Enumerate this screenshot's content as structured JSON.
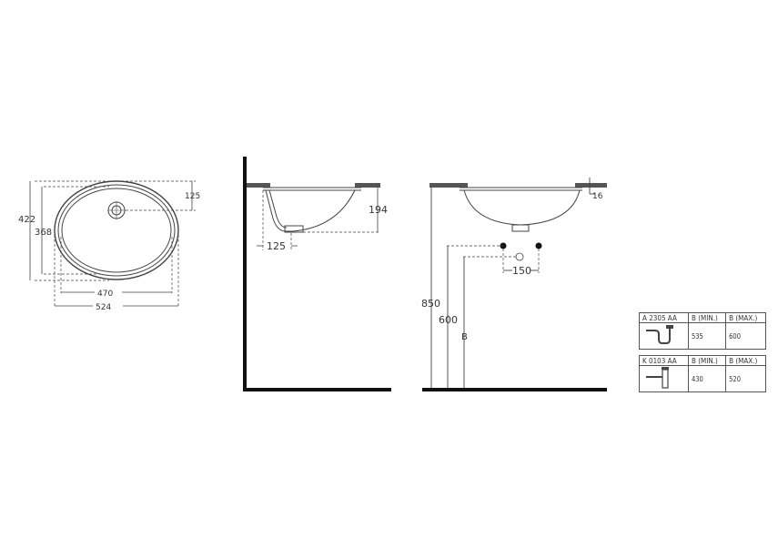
{
  "drawing": {
    "plan_view": {
      "overall_depth": "422",
      "bowl_depth": "368",
      "drain_offset": "125",
      "bowl_width": "470",
      "overall_width": "524"
    },
    "side_section": {
      "bowl_height": "194",
      "drain_from_wall": "125"
    },
    "front_section": {
      "rim_thickness": "16",
      "supply_spacing": "150",
      "counter_height": "850",
      "supply_height": "600",
      "trap_height_label": "B"
    }
  },
  "trap_table": [
    {
      "code": "A 2305 AA",
      "min_header": "B (MIN.)",
      "max_header": "B (MAX.)",
      "min_value": "535",
      "max_value": "600",
      "icon": "p-trap-icon"
    },
    {
      "code": "K 0103 AA",
      "min_header": "B (MIN.)",
      "max_header": "B (MAX.)",
      "min_value": "430",
      "max_value": "520",
      "icon": "bottle-trap-icon"
    }
  ]
}
